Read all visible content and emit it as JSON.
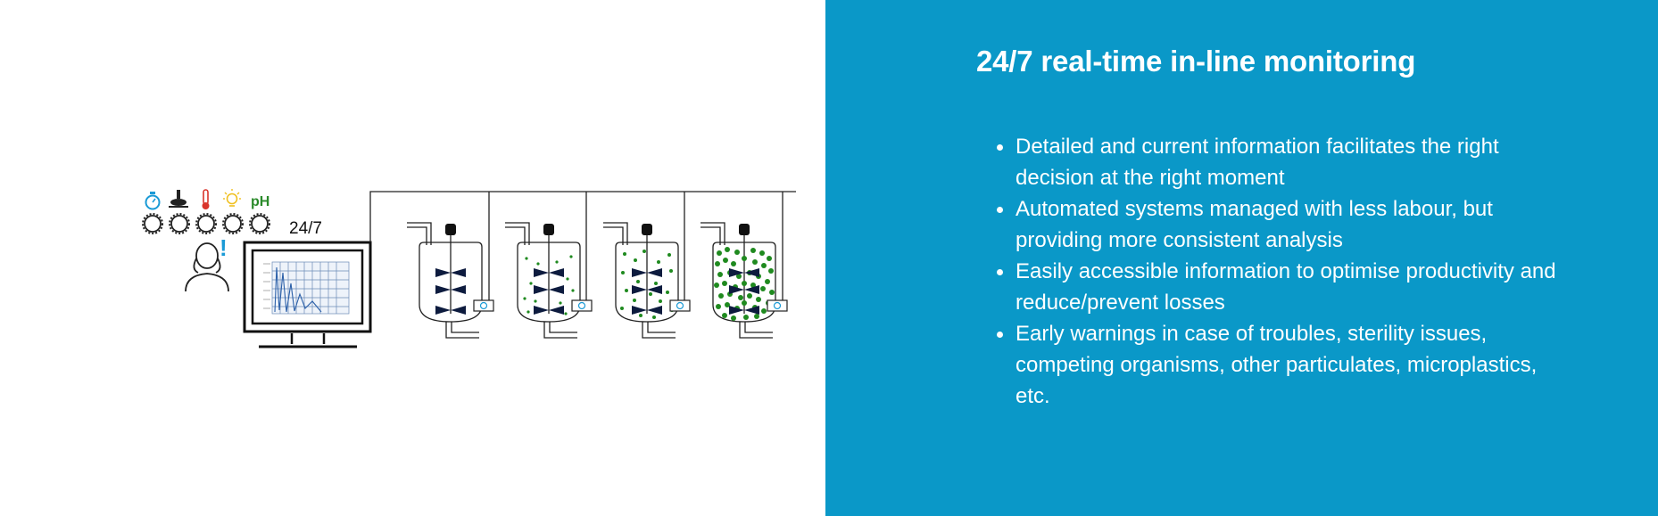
{
  "diagram": {
    "monitor_label": "24/7",
    "ph_label": "pH",
    "sensor_icons": [
      "stopwatch-icon",
      "stirrer-icon",
      "thermometer-icon",
      "light-bulb-icon",
      "ph-icon"
    ],
    "bioreactor_count": 4,
    "colors": {
      "stopwatch": "#1a9ad6",
      "thermometer": "#d9342b",
      "bulb": "#f0c020",
      "ph": "#2a8a2a",
      "alert": "#1a9ad6",
      "particles": "#1f8a1f",
      "impeller": "#0d1b3e"
    }
  },
  "info": {
    "heading": "24/7 real-time in-line monitoring",
    "bullets": [
      "Detailed and current information facilitates the right decision at the right moment",
      "Automated systems managed with less labour,  but providing more consistent analysis",
      "Easily accessible information to optimise productivity and reduce/prevent losses",
      "Early warnings in case of troubles, sterility issues, competing organisms, other particulates, microplastics, etc."
    ]
  }
}
